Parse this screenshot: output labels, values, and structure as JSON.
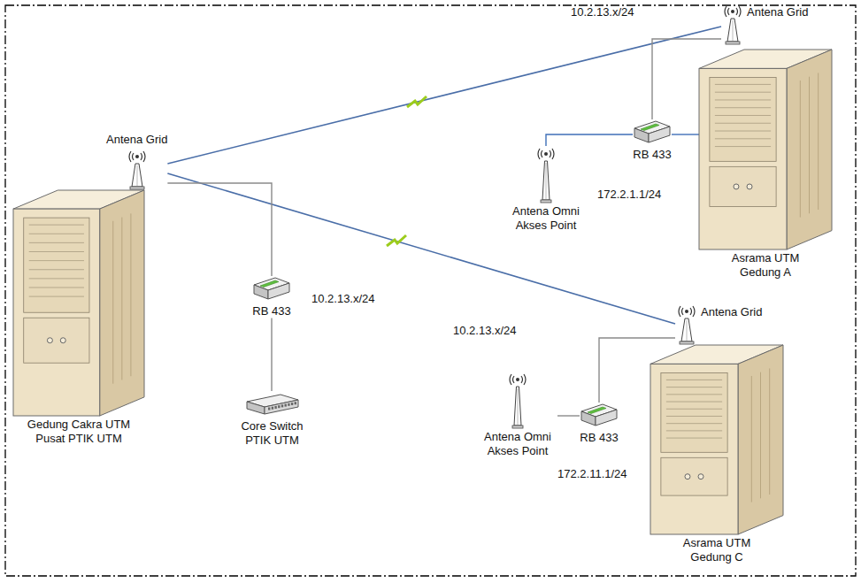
{
  "diagram": {
    "nodes": [
      {
        "text": [
          "Antena Grid"
        ]
      },
      {
        "text": [
          "Gedung Cakra UTM Pusat PTIK UTM"
        ]
      },
      {
        "text": [
          "RB 433"
        ]
      },
      {
        "text": [
          "Core Switch PTIK UTM"
        ]
      },
      {
        "text": [
          "Antena Grid"
        ]
      },
      {
        "text": [
          "RB 433"
        ]
      },
      {
        "text": [
          "Antena Omni Akses Point"
        ]
      },
      {
        "text": [
          "Asrama UTM Gedung A"
        ]
      },
      {
        "text": [
          "Antena Grid"
        ]
      },
      {
        "text": [
          "RB 433"
        ]
      },
      {
        "text": [
          "Antena Omni Akses Point"
        ]
      },
      {
        "text": [
          "Asrama UTM Gedung C"
        ]
      }
    ],
    "edges": [
      {
        "from": 0,
        "to": 4,
        "arrow": "none"
      },
      {
        "from": 0,
        "to": 8,
        "arrow": "none"
      },
      {
        "from": 0,
        "to": 2,
        "arrow": "none"
      },
      {
        "from": 2,
        "to": 3,
        "arrow": "none"
      },
      {
        "from": 4,
        "to": 5,
        "arrow": "none"
      },
      {
        "from": 5,
        "to": 6,
        "arrow": "none"
      },
      {
        "from": 5,
        "to": 7,
        "arrow": "none"
      },
      {
        "from": 8,
        "to": 9,
        "arrow": "none"
      },
      {
        "from": 9,
        "to": 10,
        "arrow": "none"
      }
    ],
    "labels": [
      "10.2.13.x/24",
      "172.2.1.1/24",
      "10.2.13.x/24",
      "10.2.13.x/24",
      "172.2.11.1/24"
    ]
  }
}
